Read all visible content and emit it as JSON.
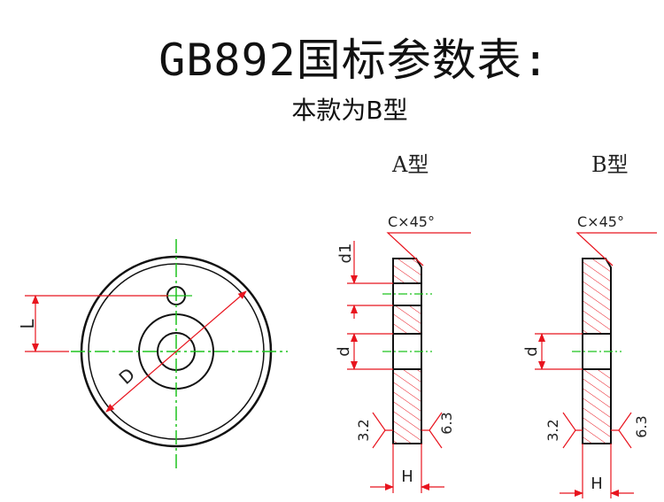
{
  "title": "GB892国标参数表:",
  "subtitle": "本款为B型",
  "types": {
    "a": "A型",
    "b": "B型"
  },
  "labels": {
    "chamfer": "C×45°",
    "d1": "d1",
    "d": "d",
    "L": "L",
    "D": "D",
    "H": "H",
    "roughness_left": "3.2",
    "roughness_right": "6.3"
  },
  "colors": {
    "outline": "#111111",
    "centerline": "#1fc41f",
    "dimension": "#e8141e",
    "hatch": "#e8141e"
  }
}
